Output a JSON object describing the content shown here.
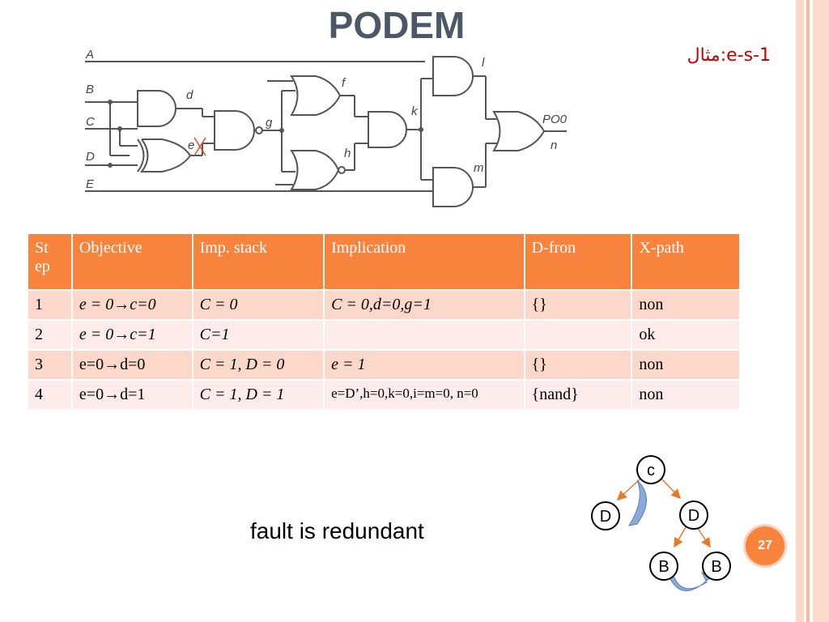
{
  "title": "PODEM",
  "example_label": "مثال:e-s-1",
  "circuit": {
    "inputs": [
      "A",
      "B",
      "C",
      "D",
      "E"
    ],
    "nets": [
      "d",
      "e",
      "f",
      "g",
      "h",
      "k",
      "l",
      "m"
    ],
    "output": "PO0",
    "output_net": "n"
  },
  "table": {
    "headers": [
      "St ep",
      "Objective",
      "Imp. stack",
      "Implication",
      "D-fron",
      "X-path"
    ],
    "rows": [
      {
        "step": "1",
        "objective": "e = 0→c=0",
        "imp": "C = 0",
        "implication": "C = 0,d=0,g=1",
        "dfron": "{}",
        "xpath": "non"
      },
      {
        "step": "2",
        "objective": "e = 0→c=1",
        "imp": "C=1",
        "implication": "",
        "dfron": "",
        "xpath": "ok"
      },
      {
        "step": "3",
        "objective": "e=0→d=0",
        "imp": "C = 1, D = 0",
        "implication": "e = 1",
        "dfron": "{}",
        "xpath": "non"
      },
      {
        "step": "4",
        "objective": "e=0→d=1",
        "imp": "C = 1, D = 1",
        "implication": "e=D’,h=0,k=0,i=m=0, n=0",
        "dfron": "{nand}",
        "xpath": "non"
      }
    ]
  },
  "conclusion": "fault is redundant",
  "tree": {
    "root": "c",
    "left": "D",
    "right": "D",
    "ll": "B",
    "lr": "B"
  },
  "page_number": "27",
  "colors": {
    "accent": "#f7833d",
    "title": "#4b5868",
    "example": "#c00000"
  }
}
